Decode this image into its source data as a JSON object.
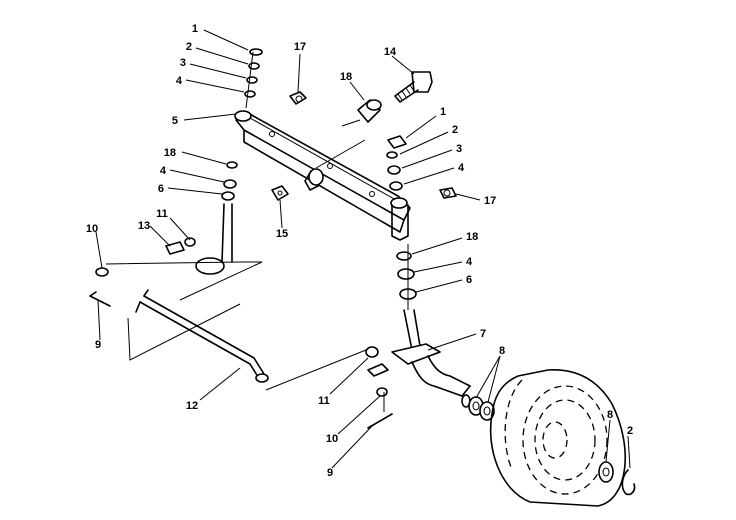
{
  "callouts": {
    "c01": "1",
    "c02": "2",
    "c03": "3",
    "c04": "4",
    "c05": "5",
    "c06": "17",
    "c07": "14",
    "c08": "18",
    "c09": "1",
    "c10": "2",
    "c11": "3",
    "c12": "4",
    "c13": "17",
    "c14": "18",
    "c15": "4",
    "c16": "6",
    "c17": "15",
    "c18": "11",
    "c19": "13",
    "c20": "10",
    "c21": "9",
    "c22": "18",
    "c23": "4",
    "c24": "6",
    "c25": "7",
    "c26": "8",
    "c27": "12",
    "c28": "11",
    "c29": "10",
    "c30": "9",
    "c31": "8",
    "c32": "2"
  }
}
